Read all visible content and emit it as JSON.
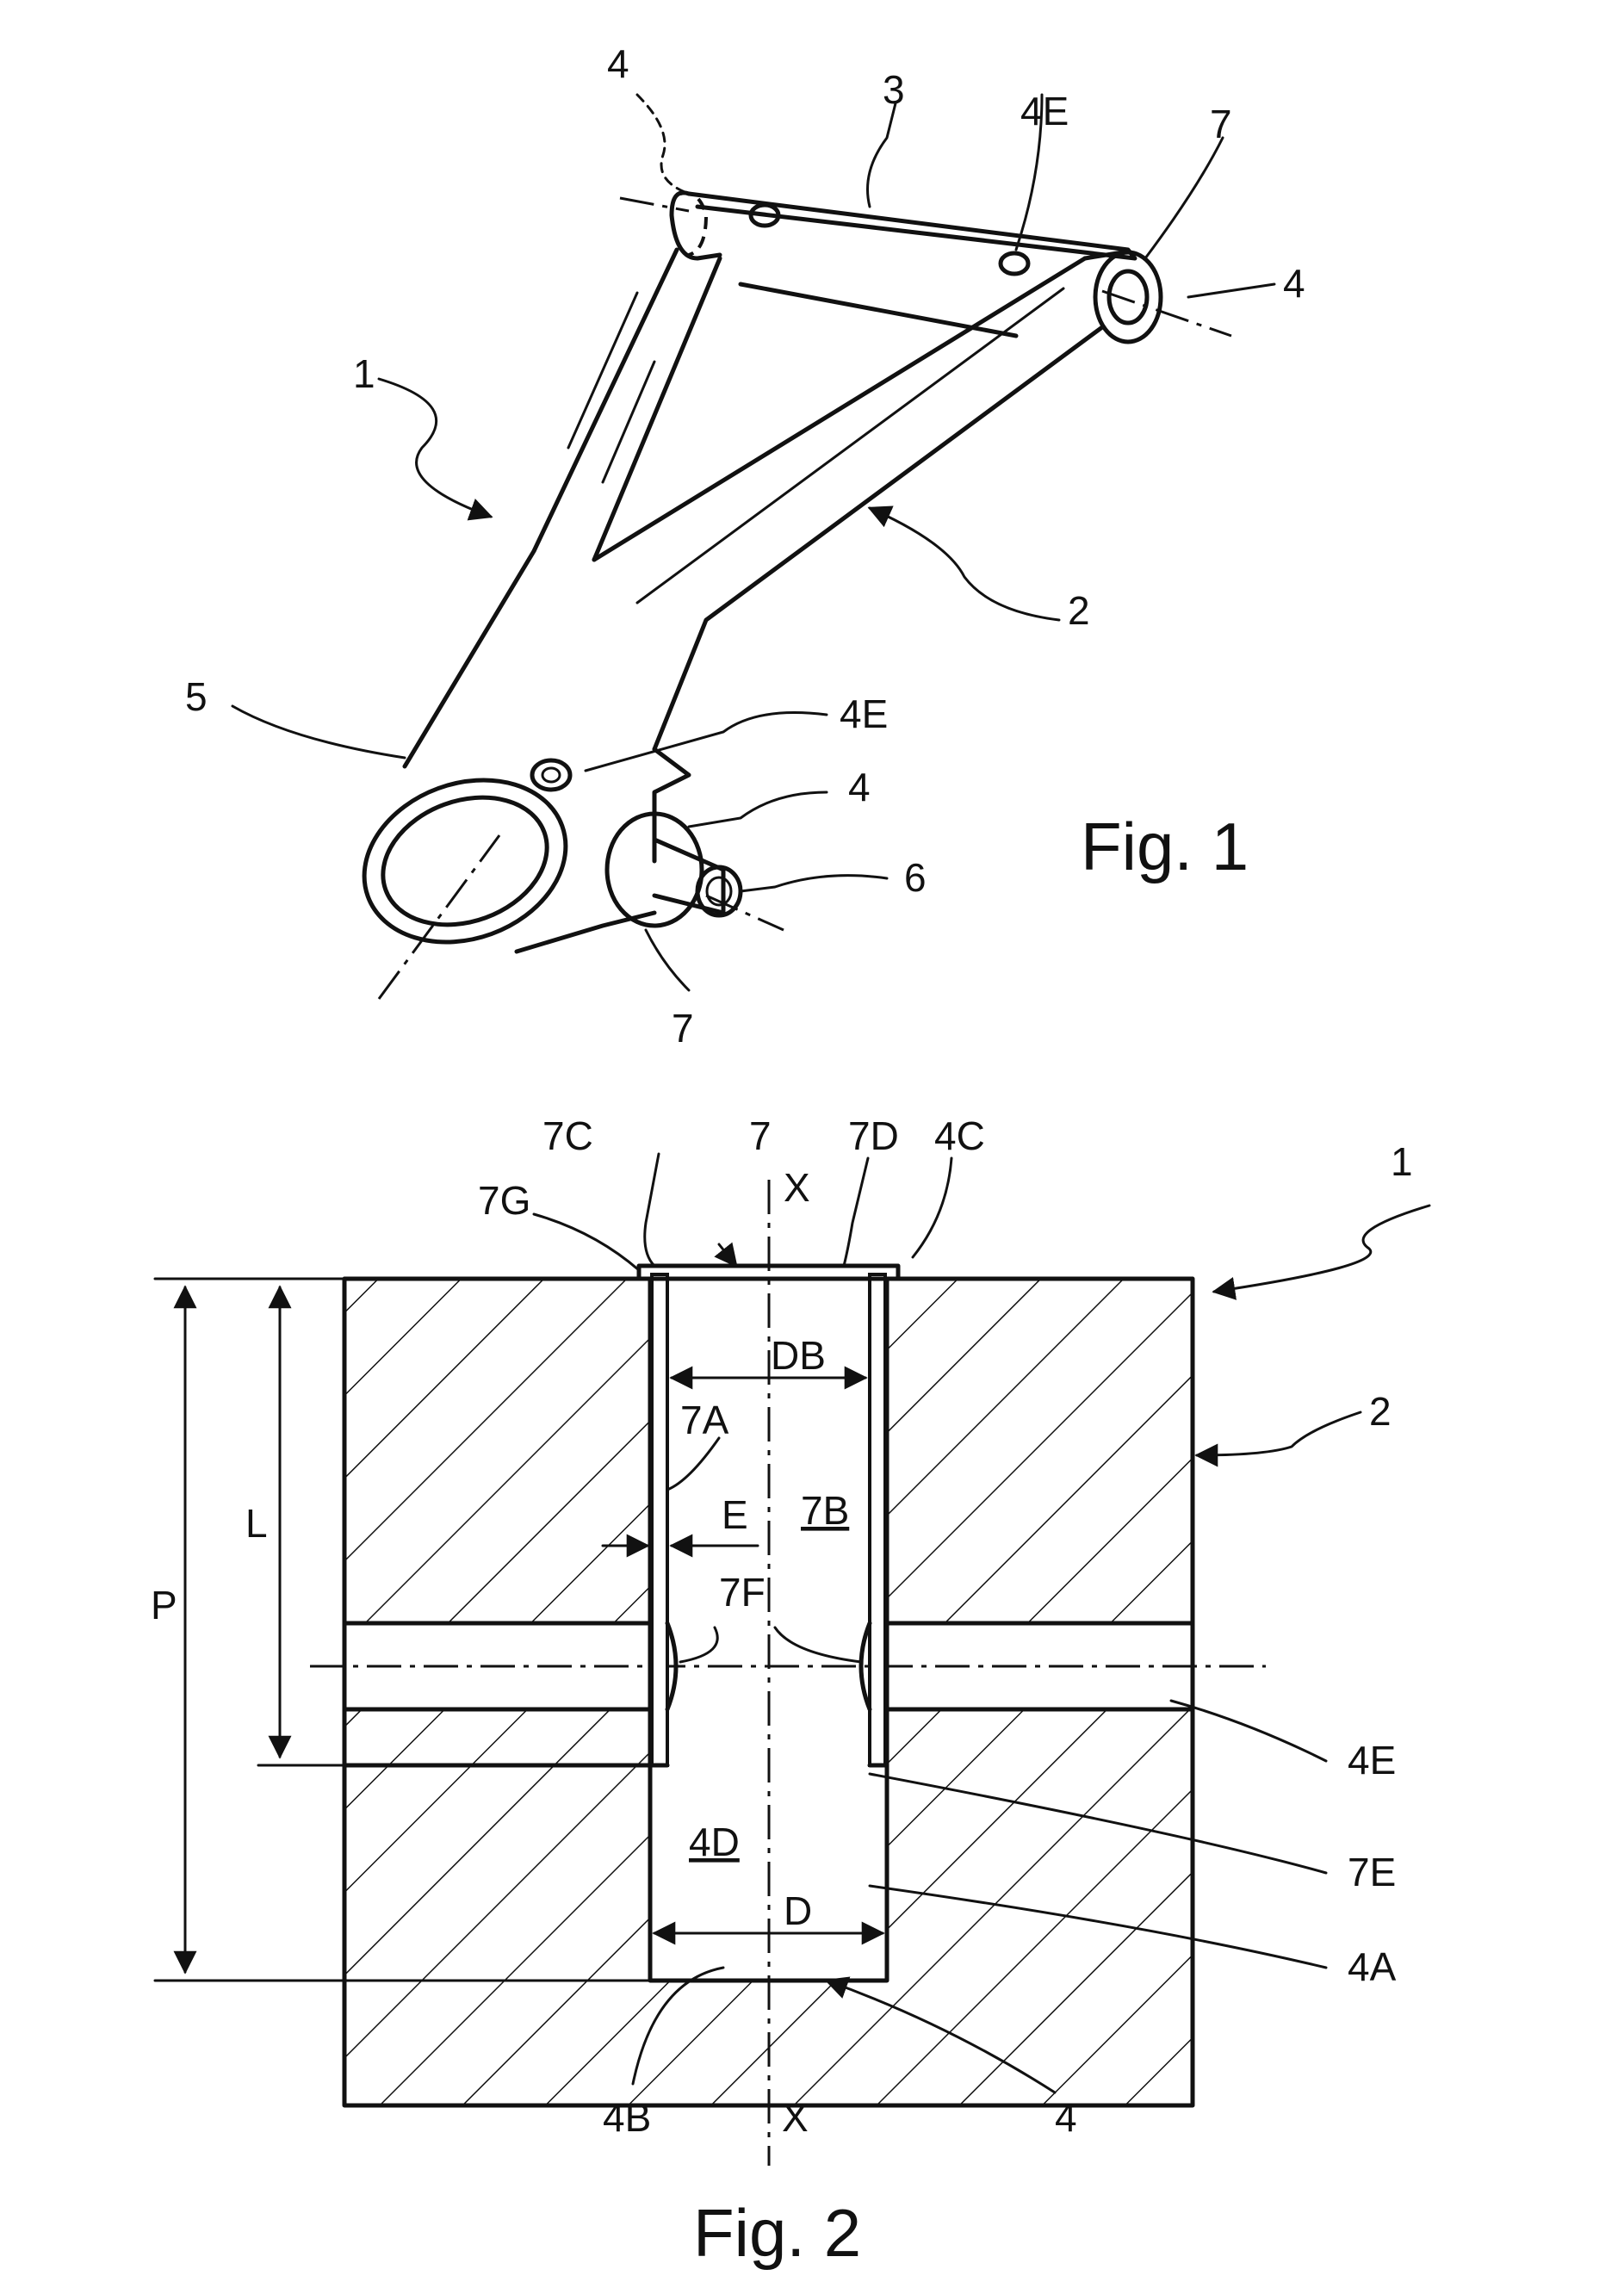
{
  "fig1": {
    "caption": "Fig. 1",
    "labels": {
      "l1": "1",
      "l2": "2",
      "l3": "3",
      "l4_top_left": "4",
      "l4_right": "4",
      "l4_bottom": "4",
      "l4E_top": "4E",
      "l4E_mid": "4E",
      "l5": "5",
      "l6": "6",
      "l7_top": "7",
      "l7_bottom": "7"
    }
  },
  "fig2": {
    "caption": "Fig. 2",
    "labels": {
      "l7C": "7C",
      "l7": "7",
      "l7D": "7D",
      "l4C": "4C",
      "lX_top": "X",
      "lX_bottom": "X",
      "l7G": "7G",
      "l1": "1",
      "lDB": "DB",
      "l2": "2",
      "l7A": "7A",
      "lL": "L",
      "lE": "E",
      "l7B": "7B",
      "lP": "P",
      "l7F": "7F",
      "l4E": "4E",
      "l4D": "4D",
      "l7E": "7E",
      "lD": "D",
      "l4A": "4A",
      "l4B": "4B",
      "l4": "4"
    }
  }
}
